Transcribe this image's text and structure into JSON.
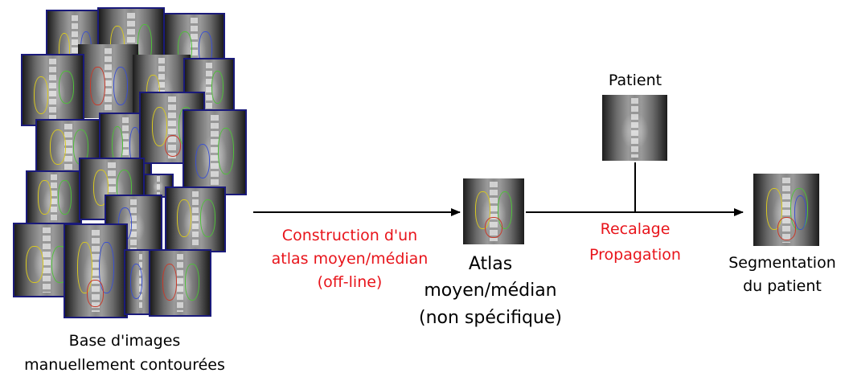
{
  "database": {
    "caption_line1": "Base d'images",
    "caption_line2": "manuellement contourées"
  },
  "step1": {
    "line1": "Construction d'un",
    "line2": "atlas moyen/médian",
    "line3": "(off-line)"
  },
  "atlas": {
    "line1": "Atlas",
    "line2": "moyen/médian",
    "line3": "(non spécifique)"
  },
  "patient": {
    "label": "Patient"
  },
  "step2": {
    "line1": "Recalage",
    "line2": "Propagation"
  },
  "result": {
    "line1": "Segmentation",
    "line2": "du patient"
  },
  "colors": {
    "text": "#000000",
    "process_text": "#e8141b",
    "thumbnail_border": "#1a1a7a",
    "contour_yellow": "#d8c820",
    "contour_green": "#4fbf3a",
    "contour_blue": "#3a4fd0",
    "contour_red": "#c83a2a"
  }
}
